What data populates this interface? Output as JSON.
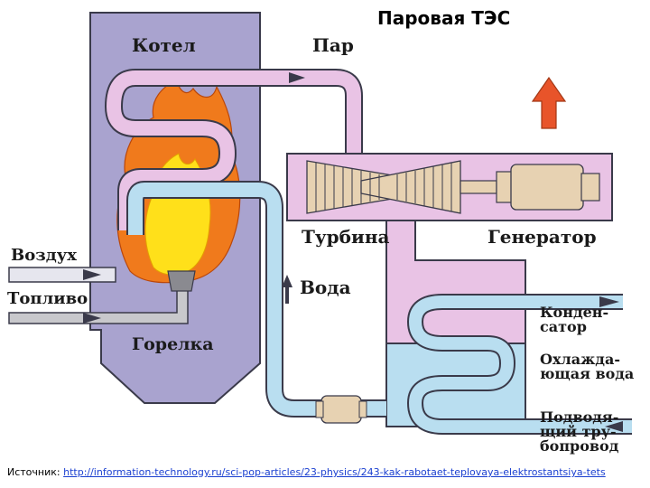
{
  "title": "Паровая ТЭС",
  "labels": {
    "boiler": "Котел",
    "steam": "Пар",
    "air": "Воздух",
    "fuel": "Топливо",
    "burner": "Горелка",
    "turbine": "Турбина",
    "generator": "Генератор",
    "water": "Вода",
    "condenser": "Конден-\nсатор",
    "cooling_water": "Охлажда-\nющая вода",
    "supply_pipe": "Подводя-\nщий тру-\nбопровод"
  },
  "source": {
    "prefix": "Источник:",
    "url": "http://information-technology.ru/sci-pop-articles/23-physics/243-kak-rabotaet-teplovaya-elektrostantsiya-tets"
  },
  "colors": {
    "boiler_body": "#a9a3cf",
    "steam_pipe": "#e9c3e5",
    "water_pipe": "#b9def0",
    "pipe_outline": "#3a3a4a",
    "flame_outer": "#f07a1c",
    "flame_inner": "#ffe01a",
    "arrow_up": "#e8542a"
  },
  "icons": [
    "up-arrow-icon",
    "flame-icon",
    "flow-arrow-icon"
  ]
}
